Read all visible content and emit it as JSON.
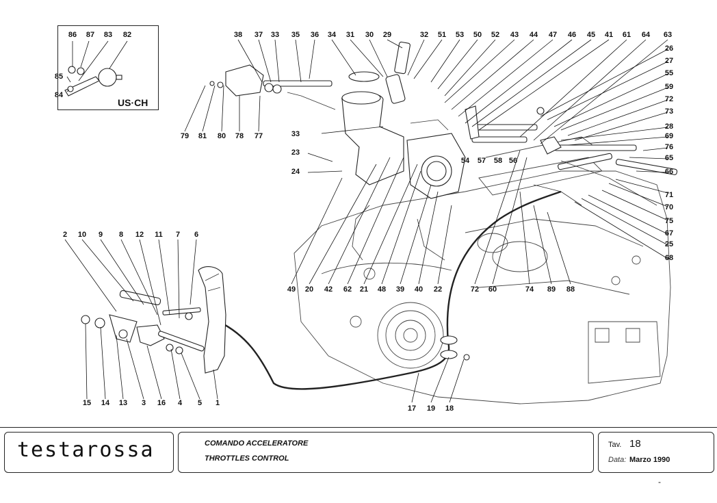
{
  "inset": {
    "tag": "US·CH",
    "labels": [
      "86",
      "87",
      "83",
      "82",
      "85",
      "84"
    ]
  },
  "callouts": {
    "top_row": [
      "38",
      "37",
      "33",
      "35",
      "36",
      "34",
      "31",
      "30",
      "29",
      "32",
      "51",
      "53",
      "50",
      "52",
      "43",
      "44",
      "47",
      "46",
      "45",
      "41",
      "61",
      "64",
      "63"
    ],
    "right_col": [
      "26",
      "27",
      "55",
      "59",
      "72",
      "73",
      "28",
      "69",
      "76",
      "65",
      "66",
      "71",
      "70",
      "75",
      "67",
      "25",
      "68"
    ],
    "mid_row": [
      "49",
      "20",
      "42",
      "62",
      "21",
      "48",
      "39",
      "40",
      "22",
      "72",
      "60",
      "74",
      "89",
      "88"
    ],
    "left_mid": [
      "79",
      "81",
      "80",
      "78",
      "77",
      "33",
      "23",
      "24",
      "54",
      "57",
      "58",
      "56"
    ],
    "pedal_top": [
      "2",
      "10",
      "9",
      "8",
      "12",
      "11",
      "7",
      "6"
    ],
    "pedal_bottom": [
      "15",
      "14",
      "13",
      "3",
      "16",
      "4",
      "5",
      "1"
    ],
    "cable_bottom": [
      "17",
      "19",
      "18"
    ]
  },
  "footer": {
    "brand": "testarossa",
    "title_it": "COMANDO ACCELERATORE",
    "title_en": "THROTTLES CONTROL",
    "tav_label": "Tav.",
    "tav_number": "18",
    "data_label": "Data:",
    "data_value": "Marzo 1990",
    "corner_mark": "-"
  }
}
